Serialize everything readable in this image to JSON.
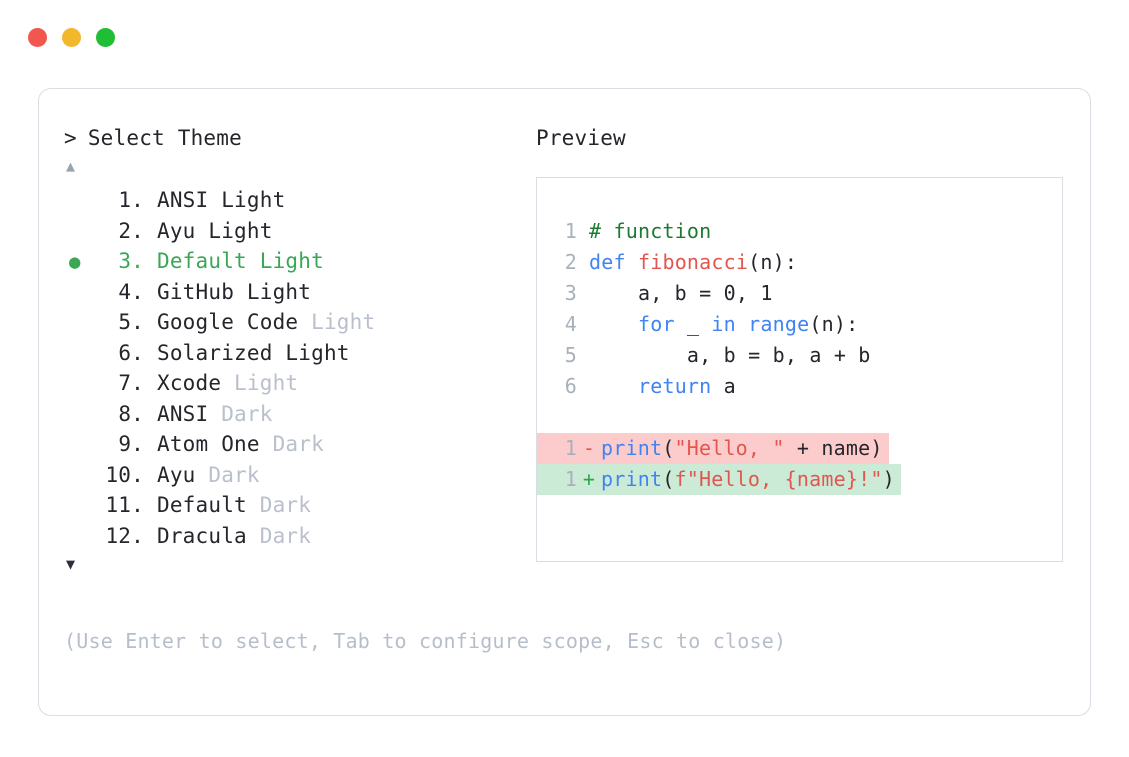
{
  "window": {
    "controls": [
      {
        "name": "close",
        "color": "#F2574F"
      },
      {
        "name": "minimize",
        "color": "#F3B72C"
      },
      {
        "name": "zoom",
        "color": "#1FBE34"
      }
    ]
  },
  "picker": {
    "caret": ">",
    "title": "Select Theme",
    "scroll_up": "▲",
    "scroll_down": "▼",
    "selected_index": 3,
    "bullet": "●",
    "items": [
      {
        "index": "1.",
        "name": "ANSI",
        "suffix": "Light",
        "dim_suffix": false,
        "selected": false
      },
      {
        "index": "2.",
        "name": "Ayu",
        "suffix": "Light",
        "dim_suffix": false,
        "selected": false
      },
      {
        "index": "3.",
        "name": "Default",
        "suffix": "Light",
        "dim_suffix": false,
        "selected": true
      },
      {
        "index": "4.",
        "name": "GitHub",
        "suffix": "Light",
        "dim_suffix": false,
        "selected": false
      },
      {
        "index": "5.",
        "name": "Google Code",
        "suffix": "Light",
        "dim_suffix": true,
        "selected": false
      },
      {
        "index": "6.",
        "name": "Solarized",
        "suffix": "Light",
        "dim_suffix": false,
        "selected": false
      },
      {
        "index": "7.",
        "name": "Xcode",
        "suffix": "Light",
        "dim_suffix": true,
        "selected": false
      },
      {
        "index": "8.",
        "name": "ANSI",
        "suffix": "Dark",
        "dim_suffix": true,
        "selected": false
      },
      {
        "index": "9.",
        "name": "Atom One",
        "suffix": "Dark",
        "dim_suffix": true,
        "selected": false
      },
      {
        "index": "10.",
        "name": "Ayu",
        "suffix": "Dark",
        "dim_suffix": true,
        "selected": false
      },
      {
        "index": "11.",
        "name": "Default",
        "suffix": "Dark",
        "dim_suffix": true,
        "selected": false
      },
      {
        "index": "12.",
        "name": "Dracula",
        "suffix": "Dark",
        "dim_suffix": true,
        "selected": false
      }
    ],
    "hint": "(Use Enter to select, Tab to configure scope, Esc to close)"
  },
  "preview": {
    "title": "Preview",
    "code_lines": [
      {
        "num": "1",
        "tokens": [
          {
            "t": "# function",
            "c": "comment"
          }
        ]
      },
      {
        "num": "2",
        "tokens": [
          {
            "t": "def ",
            "c": "keyword"
          },
          {
            "t": "fibonacci",
            "c": "func"
          },
          {
            "t": "(n):",
            "c": "punct"
          }
        ]
      },
      {
        "num": "3",
        "tokens": [
          {
            "t": "    a, b = 0, 1",
            "c": "plain"
          }
        ]
      },
      {
        "num": "4",
        "tokens": [
          {
            "t": "    ",
            "c": "plain"
          },
          {
            "t": "for ",
            "c": "keyword"
          },
          {
            "t": "_ ",
            "c": "plain"
          },
          {
            "t": "in ",
            "c": "keyword"
          },
          {
            "t": "range",
            "c": "builtin"
          },
          {
            "t": "(n):",
            "c": "punct"
          }
        ]
      },
      {
        "num": "5",
        "tokens": [
          {
            "t": "        a, b = b, a + b",
            "c": "plain"
          }
        ]
      },
      {
        "num": "6",
        "tokens": [
          {
            "t": "    ",
            "c": "plain"
          },
          {
            "t": "return ",
            "c": "keyword"
          },
          {
            "t": "a",
            "c": "plain"
          }
        ]
      }
    ],
    "diff_lines": [
      {
        "num": "1",
        "marker": "-",
        "kind": "remove",
        "tokens": [
          {
            "t": "print",
            "c": "builtin"
          },
          {
            "t": "(",
            "c": "punct"
          },
          {
            "t": "\"Hello, \"",
            "c": "string"
          },
          {
            "t": " + name)",
            "c": "plain"
          }
        ]
      },
      {
        "num": "1",
        "marker": "+",
        "kind": "add",
        "tokens": [
          {
            "t": "print",
            "c": "builtin"
          },
          {
            "t": "(",
            "c": "punct"
          },
          {
            "t": "f\"Hello, {name}!\"",
            "c": "string"
          },
          {
            "t": ")",
            "c": "punct"
          }
        ]
      }
    ]
  },
  "colors": {
    "accent_selected": "#3BA755",
    "diff_remove_bg": "#FBCCCB",
    "diff_add_bg": "#CBEBD7",
    "border": "#D9DDE4",
    "dim_text": "#B9C0CC"
  }
}
